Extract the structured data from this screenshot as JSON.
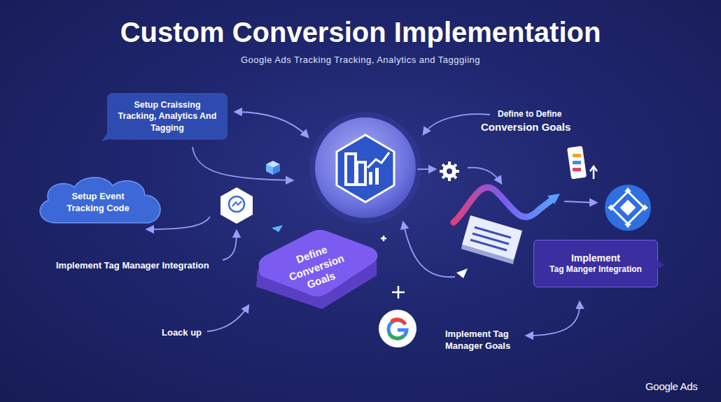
{
  "diagram": {
    "title": "Custom Conversion Implementation",
    "caption": "Google Ads Tracking Tracking, Analytics and Tagggiing",
    "nodes": [
      {
        "text": [
          "Setup Craissing Tracking, Analytics And Tagging"
        ]
      },
      {
        "text": [
          "Setup Event Tracking Code"
        ]
      },
      {
        "text": [
          "Define Conversion Goals"
        ]
      },
      {
        "text": [
          "Implement",
          "Tag Manger Integration"
        ]
      }
    ],
    "labels": [
      "Define to Define",
      "Conversion Goals",
      "Implement Tag Manager Integration",
      "Loack up",
      "Implement Tag Manager Goals",
      "Google Ads"
    ]
  }
}
